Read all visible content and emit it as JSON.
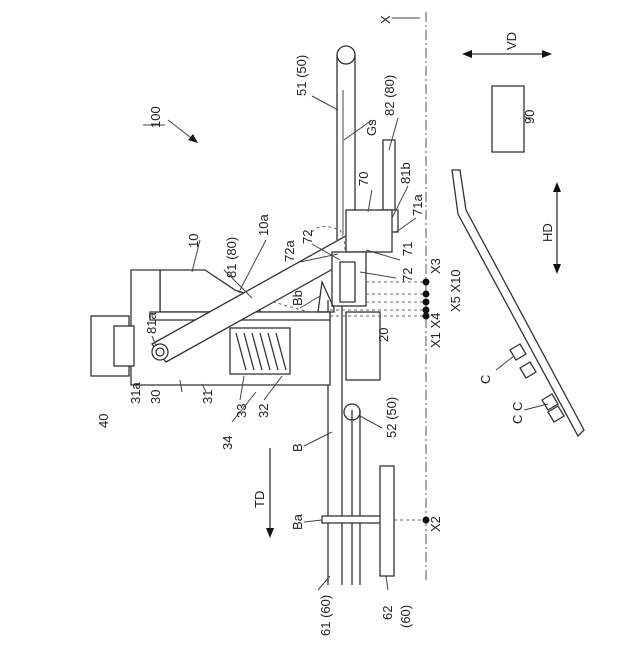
{
  "labels": {
    "ref_100": "100",
    "ref_10": "10",
    "ref_20": "20",
    "ref_30": "30",
    "ref_31": "31",
    "ref_31a": "31a",
    "ref_32": "32",
    "ref_33": "33",
    "ref_34": "34",
    "ref_40": "40",
    "ref_51": "51 (50)",
    "ref_52": "52 (50)",
    "ref_61": "61 (60)",
    "ref_62": "62",
    "ref_62b": "(60)",
    "ref_70": "70",
    "ref_71": "71",
    "ref_71a": "71a",
    "ref_72_a": "72",
    "ref_72_b": "72",
    "ref_72a": "72a",
    "ref_81": "81 (80)",
    "ref_81a": "81a",
    "ref_81b": "81b",
    "ref_82": "82 (80)",
    "ref_90": "90",
    "ref_10a": "10a",
    "ref_Gs": "Gs",
    "ref_Bb": "Bb",
    "ref_B": "B",
    "ref_Ba": "Ba",
    "ref_C": "C",
    "ref_CC": "C C",
    "ref_X": "X",
    "ref_X1X4": "X1 X4",
    "ref_X5X10": "X5 X10",
    "ref_X3": "X3",
    "ref_X2": "X2",
    "dir_VD": "VD",
    "dir_HD": "HD",
    "dir_TD": "TD"
  }
}
